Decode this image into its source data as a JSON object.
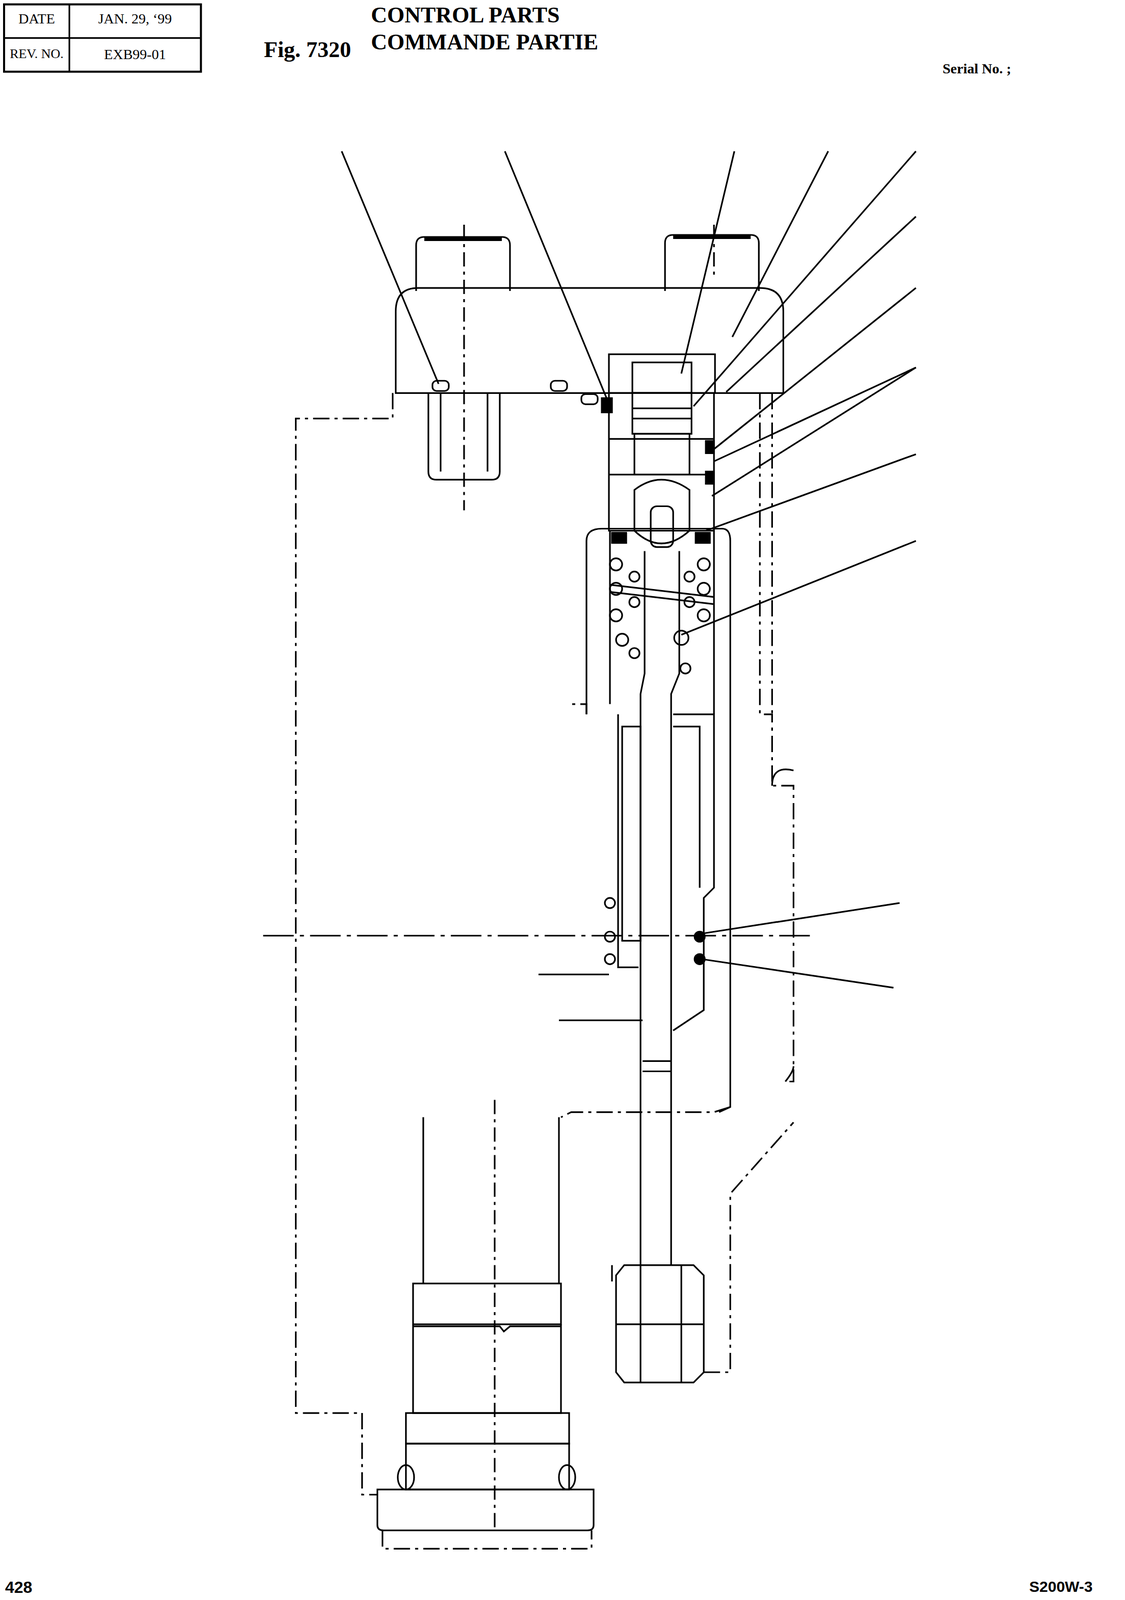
{
  "diagram": {
    "title": "CONTROL PARTS COMMANDE PARTIE",
    "labels": [
      "DATE",
      "JAN. 29, ‘99",
      "REV. NO.",
      "EXB99-01",
      "Fig. 7320",
      "Serial No. ;",
      "428",
      "S200W-3"
    ]
  }
}
